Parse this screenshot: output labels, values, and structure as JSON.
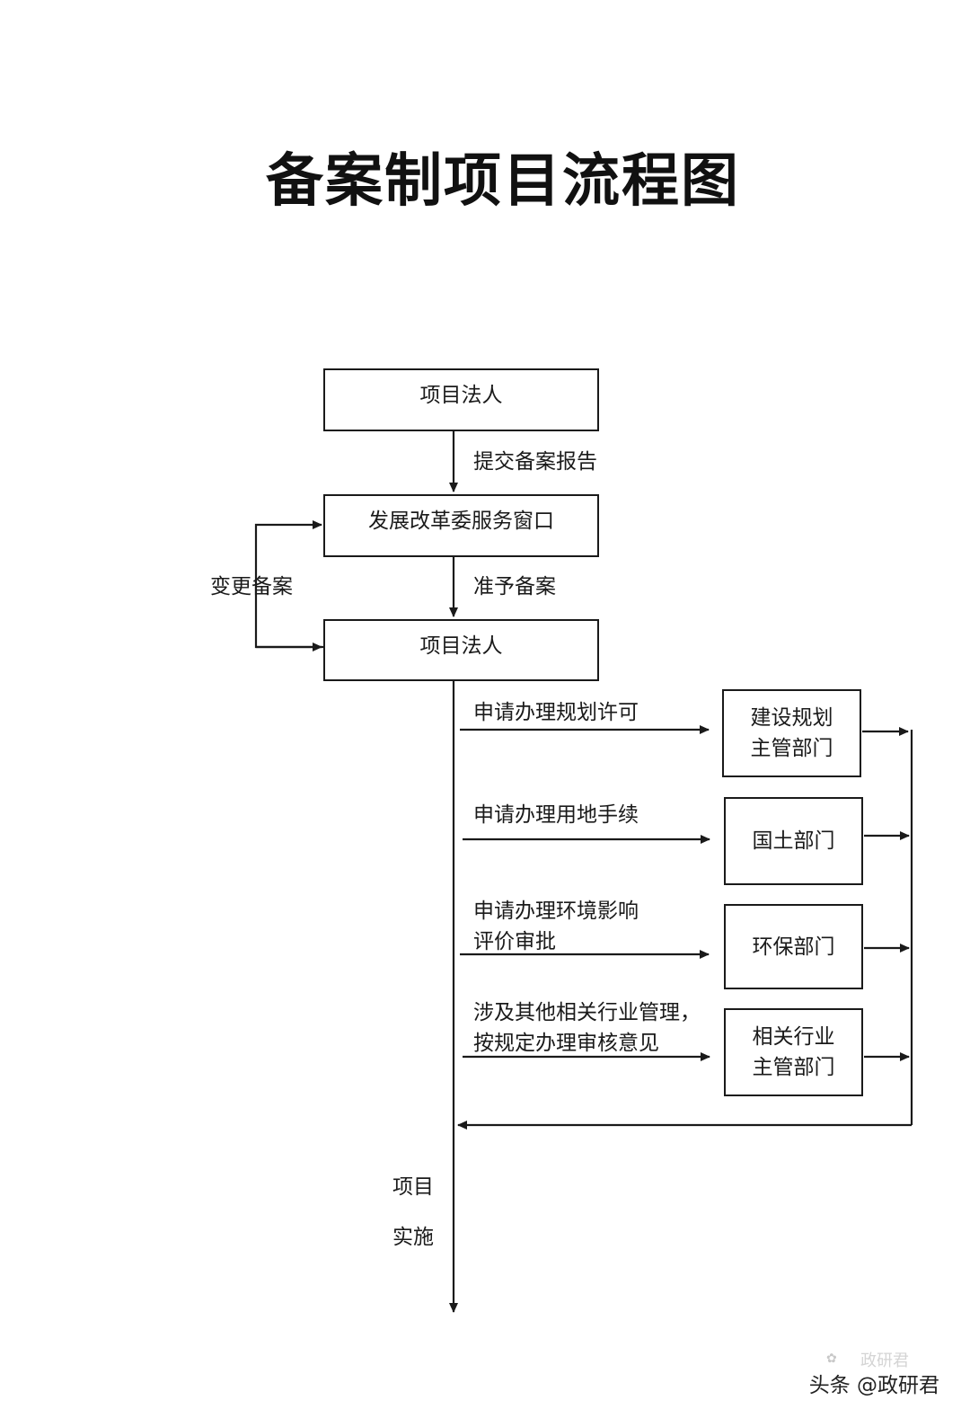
{
  "title": "备案制项目流程图",
  "nodes": {
    "legal_person_1": "项目法人",
    "ndrc_window": "发展改革委服务窗口",
    "legal_person_2": "项目法人",
    "planning_dept": [
      "建设规划",
      "主管部门"
    ],
    "land_dept": "国土部门",
    "env_dept": "环保部门",
    "industry_dept": [
      "相关行业",
      "主管部门"
    ]
  },
  "edges": {
    "submit_report": "提交备案报告",
    "approve_filing": "准予备案",
    "change_filing": "变更备案",
    "apply_planning": "申请办理规划许可",
    "apply_land": "申请办理用地手续",
    "apply_env": [
      "申请办理环境影响",
      "评价审批"
    ],
    "apply_industry": [
      "涉及其他相关行业管理，",
      "按规定办理审核意见"
    ]
  },
  "implementation": [
    "项目",
    "实施"
  ],
  "watermark": {
    "text": "头条 @政研君",
    "ghost": "政研君"
  },
  "colors": {
    "line": "#1a1a1a",
    "background": "#ffffff"
  }
}
